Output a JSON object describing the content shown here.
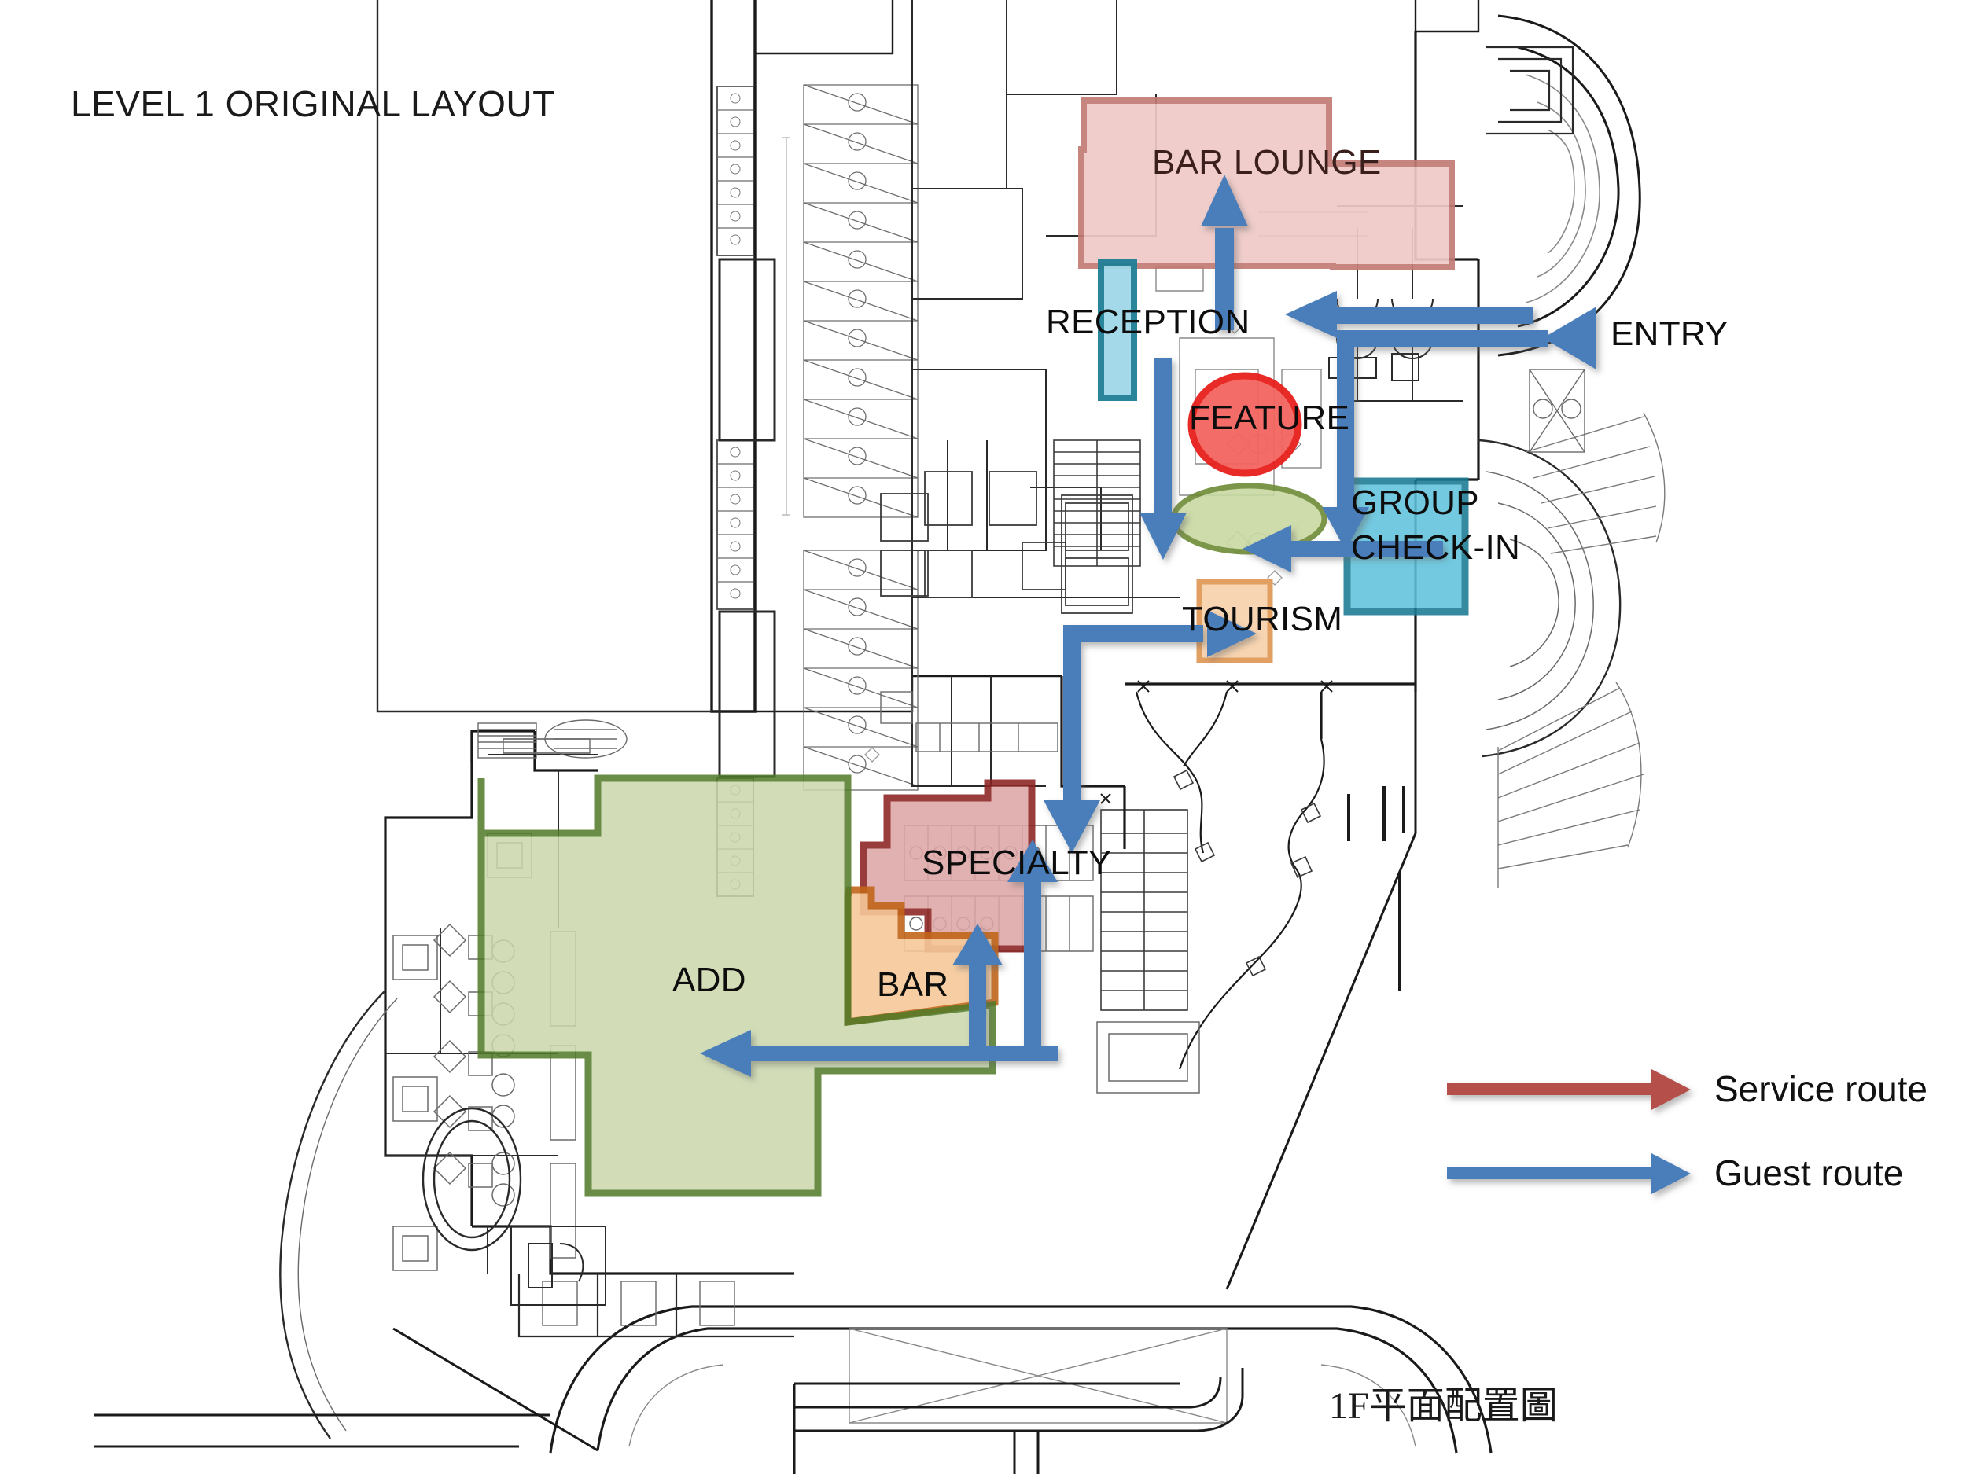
{
  "title": "LEVEL 1 ORIGINAL LAYOUT",
  "caption": "1F平面配置圖",
  "zones": [
    {
      "id": "bar-lounge",
      "label": "BAR LOUNGE",
      "fill": "#EFC9C6",
      "stroke": "#C27B75",
      "shape": "polygon"
    },
    {
      "id": "reception",
      "label": "RECEPTION",
      "fill": "#9FD8E8",
      "stroke": "#1F7F96",
      "shape": "rect"
    },
    {
      "id": "feature",
      "label": "FEATURE",
      "fill": "#F4655F",
      "stroke": "#E8201C",
      "shape": "ellipse"
    },
    {
      "id": "seating-ellipse",
      "label": "",
      "fill": "#C9D9A3",
      "stroke": "#6E8B36",
      "shape": "ellipse"
    },
    {
      "id": "group-check-in",
      "label": "GROUP CHECK-IN",
      "fill": "#5FC2DC",
      "stroke": "#1A7A93",
      "shape": "rect"
    },
    {
      "id": "tourism",
      "label": "TOURISM",
      "fill": "#F8D3AE",
      "stroke": "#E09A5A",
      "shape": "rect"
    },
    {
      "id": "specialty",
      "label": "SPECIALTY",
      "fill": "#DDA6A6",
      "stroke": "#8B2222",
      "shape": "polygon"
    },
    {
      "id": "bar",
      "label": "BAR",
      "fill": "#F7C99A",
      "stroke": "#C1661A",
      "shape": "polygon"
    },
    {
      "id": "add",
      "label": "ADD",
      "fill": "#CBD8AC",
      "stroke": "#4F7A28",
      "shape": "polygon"
    }
  ],
  "labels": {
    "bar_lounge": "BAR LOUNGE",
    "reception": "RECEPTION",
    "feature": "FEATURE",
    "group_check_in_line1": "GROUP",
    "group_check_in_line2": "CHECK-IN",
    "entry": "ENTRY",
    "tourism": "TOURISM",
    "specialty": "SPECIALTY",
    "bar": "BAR",
    "add": "ADD"
  },
  "legend": {
    "items": [
      {
        "label": "Service route",
        "color": "#B4504A"
      },
      {
        "label": "Guest route",
        "color": "#4A7EBB"
      }
    ]
  },
  "colors": {
    "guest_arrow": "#4A7EBB",
    "service_arrow": "#B4504A",
    "plan_line": "#1a1a1a",
    "plan_line_light": "#8a8a8a",
    "text": "#111111"
  }
}
